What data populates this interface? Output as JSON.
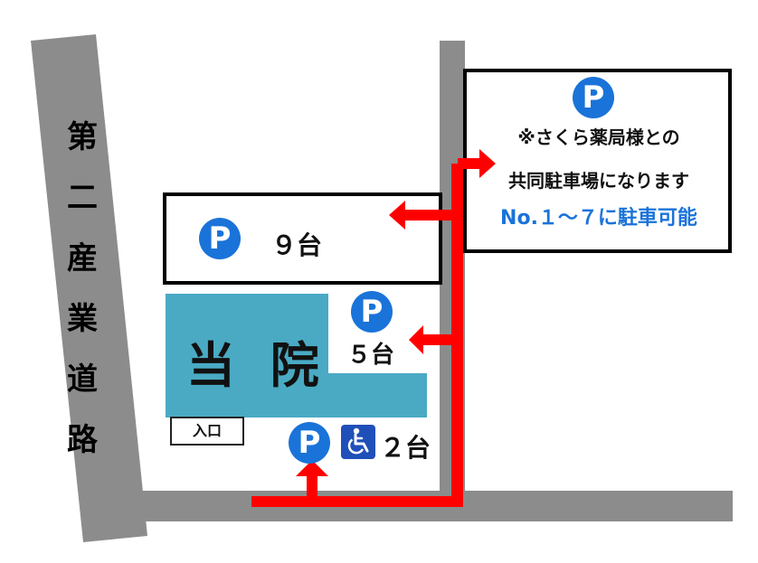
{
  "road": {
    "name_chars": [
      "第",
      "二",
      "産",
      "業",
      "道",
      "路"
    ]
  },
  "clinic": {
    "label": "当 院",
    "entrance_label": "入口"
  },
  "parking": {
    "icon_letter": "P",
    "lot_top": {
      "count": "９台"
    },
    "lot_middle": {
      "count": "５台"
    },
    "lot_bottom": {
      "count": "２台"
    }
  },
  "shared_lot_notice": {
    "line1": "※さくら薬局様との",
    "line2": "共同駐車場になります",
    "line3": "No.１～７に駐車可能"
  },
  "colors": {
    "road": "#8c8c8c",
    "route_arrow": "#ff0000",
    "clinic_building": "#4aaac4",
    "parking_icon": "#1a73d9",
    "wheelchair_icon": "#1f4fb8",
    "notice_highlight": "#1a73d9"
  },
  "icons": {
    "parking": "parking-icon",
    "accessible": "wheelchair-icon"
  }
}
